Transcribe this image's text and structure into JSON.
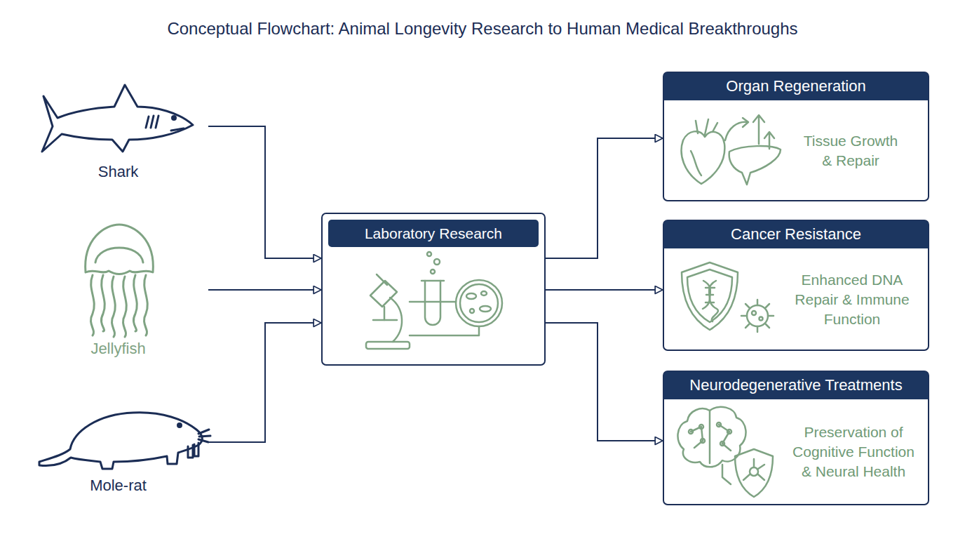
{
  "diagram": {
    "title": "Conceptual Flowchart: Animal Longevity Research to Human Medical Breakthroughs",
    "nodes": [
      {
        "text": [
          "Shark"
        ]
      },
      {
        "text": [
          "Jellyfish"
        ]
      },
      {
        "text": [
          "Mole-rat"
        ]
      },
      {
        "text": [
          "Laboratory Research"
        ]
      },
      {
        "text": [
          "Organ Regeneration",
          "Tissue Growth & Repair"
        ]
      },
      {
        "text": [
          "Cancer Resistance",
          "Enhanced DNA Repair & Immune Function"
        ]
      },
      {
        "text": [
          "Neurodegenerative Treatments",
          "Preservation of Cognitive Function & Neural Health"
        ]
      }
    ],
    "edges": [
      {
        "from": 0,
        "to": 3,
        "arrow": "to"
      },
      {
        "from": 1,
        "to": 3,
        "arrow": "to"
      },
      {
        "from": 2,
        "to": 3,
        "arrow": "to"
      },
      {
        "from": 3,
        "to": 4,
        "arrow": "to"
      },
      {
        "from": 3,
        "to": 5,
        "arrow": "to"
      },
      {
        "from": 3,
        "to": 6,
        "arrow": "to"
      }
    ]
  }
}
